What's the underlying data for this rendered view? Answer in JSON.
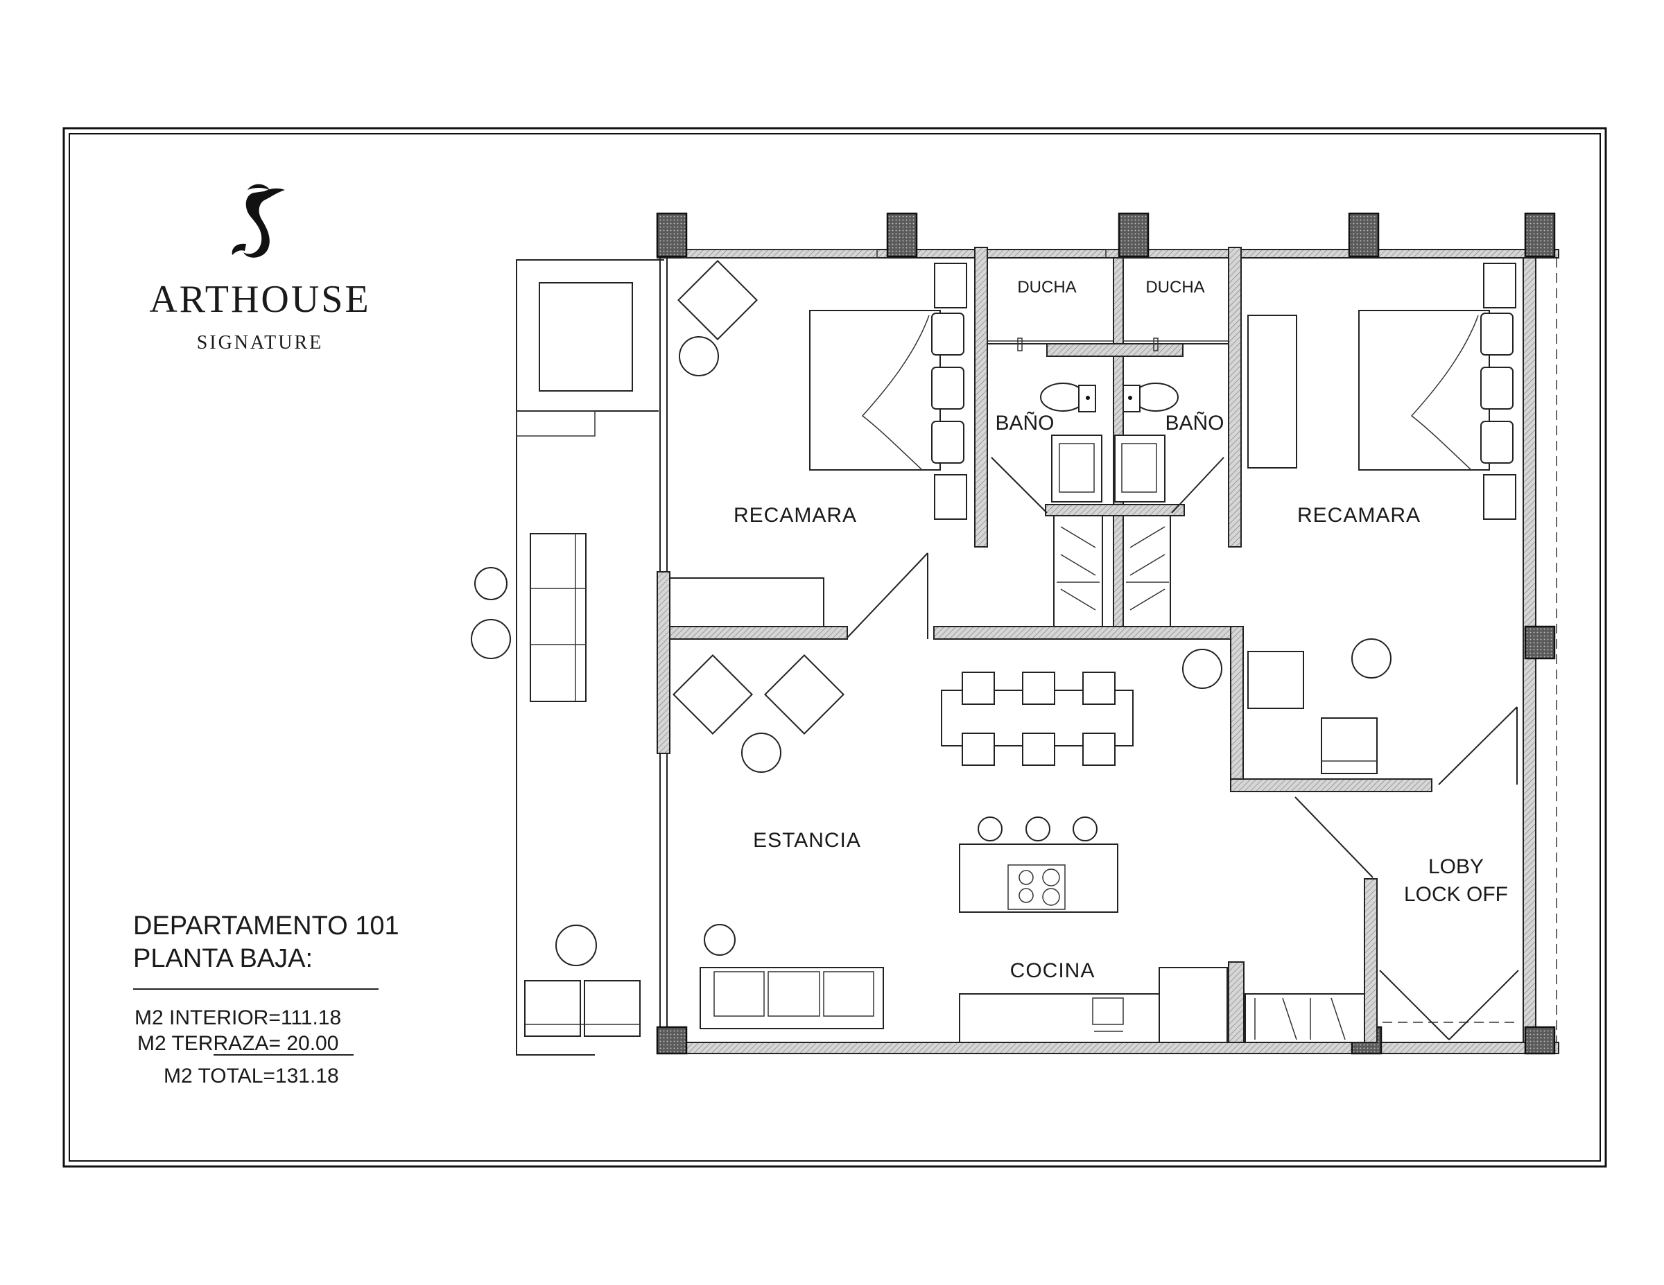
{
  "brand": {
    "name": "ARTHOUSE",
    "tagline": "SIGNATURE",
    "logo_icon": "mermaid-logo-icon"
  },
  "unit": {
    "title": "DEPARTAMENTO 101",
    "subtitle": "PLANTA BAJA:"
  },
  "areas": [
    {
      "label": "M2  INTERIOR=111.18"
    },
    {
      "label": "M2  TERRAZA= 20.00"
    },
    {
      "label": "M2  TOTAL=131.18"
    }
  ],
  "rooms": {
    "recamara_left": "RECAMARA",
    "recamara_right": "RECAMARA",
    "ducha_left": "DUCHA",
    "ducha_right": "DUCHA",
    "bano_left": "BAÑO",
    "bano_right": "BAÑO",
    "estancia": "ESTANCIA",
    "cocina": "COCINA",
    "loby_line1": "LOBY",
    "loby_line2": "LOCK OFF"
  },
  "colors": {
    "line": "#222222",
    "background": "#ffffff"
  }
}
